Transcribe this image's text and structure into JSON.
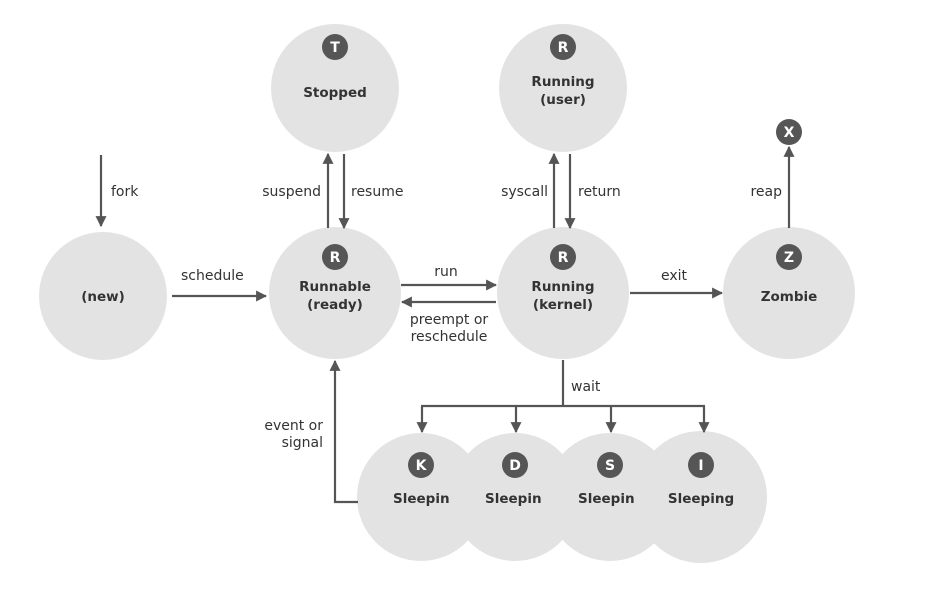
{
  "states": {
    "new": {
      "label": "(new)"
    },
    "stopped": {
      "badge": "T",
      "label": "Stopped"
    },
    "running_user": {
      "badge": "R",
      "label_line1": "Running",
      "label_line2": "(user)"
    },
    "runnable": {
      "badge": "R",
      "label_line1": "Runnable",
      "label_line2": "(ready)"
    },
    "running_kernel": {
      "badge": "R",
      "label_line1": "Running",
      "label_line2": "(kernel)"
    },
    "zombie": {
      "badge": "Z",
      "label": "Zombie"
    },
    "dead": {
      "badge": "X"
    },
    "sleeping": [
      {
        "badge": "K",
        "label": "Sleepin"
      },
      {
        "badge": "D",
        "label": "Sleepin"
      },
      {
        "badge": "S",
        "label": "Sleepin"
      },
      {
        "badge": "I",
        "label": "Sleeping"
      }
    ]
  },
  "transitions": {
    "fork": "fork",
    "schedule": "schedule",
    "suspend": "suspend",
    "resume": "resume",
    "syscall": "syscall",
    "return": "return",
    "run": "run",
    "preempt_line1": "preempt or",
    "preempt_line2": "reschedule",
    "exit": "exit",
    "reap": "reap",
    "wait": "wait",
    "event_line1": "event or",
    "event_line2": "signal"
  },
  "colors": {
    "circle": "#e3e3e3",
    "badge": "#565656",
    "arrow": "#555555",
    "text": "#333333"
  }
}
